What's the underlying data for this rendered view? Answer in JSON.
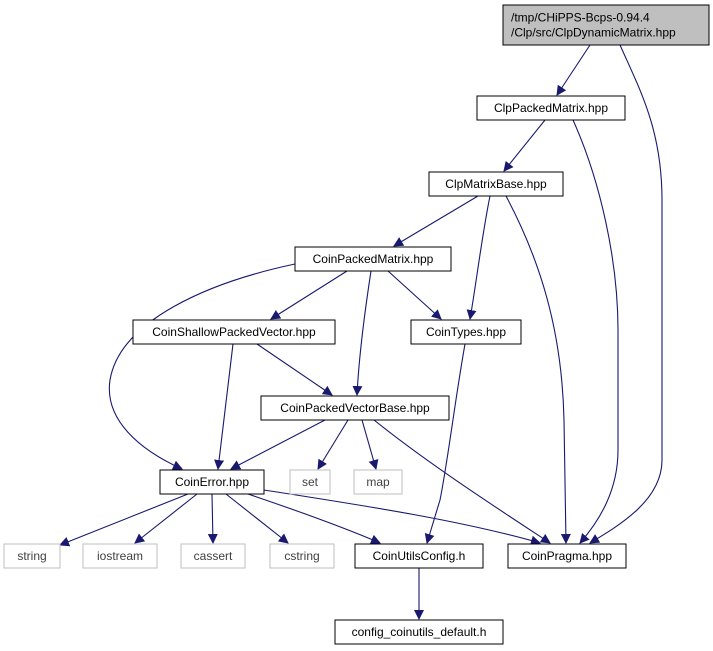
{
  "nodes": [
    {
      "id": "root",
      "lines": [
        "/tmp/CHiPPS-Bcps-0.94.4",
        "/Clp/src/ClpDynamicMatrix.hpp"
      ],
      "style": "root"
    },
    {
      "id": "clppackedmatrix",
      "lines": [
        "ClpPackedMatrix.hpp"
      ],
      "style": "normal"
    },
    {
      "id": "clpmatrixbase",
      "lines": [
        "ClpMatrixBase.hpp"
      ],
      "style": "normal"
    },
    {
      "id": "coinpackedmatrix",
      "lines": [
        "CoinPackedMatrix.hpp"
      ],
      "style": "normal"
    },
    {
      "id": "coinshallowpackedvector",
      "lines": [
        "CoinShallowPackedVector.hpp"
      ],
      "style": "normal"
    },
    {
      "id": "cointypes",
      "lines": [
        "CoinTypes.hpp"
      ],
      "style": "normal"
    },
    {
      "id": "coinpackedvectorbase",
      "lines": [
        "CoinPackedVectorBase.hpp"
      ],
      "style": "normal"
    },
    {
      "id": "coinerror",
      "lines": [
        "CoinError.hpp"
      ],
      "style": "normal"
    },
    {
      "id": "set",
      "lines": [
        "set"
      ],
      "style": "external"
    },
    {
      "id": "map",
      "lines": [
        "map"
      ],
      "style": "external"
    },
    {
      "id": "string",
      "lines": [
        "string"
      ],
      "style": "external"
    },
    {
      "id": "iostream",
      "lines": [
        "iostream"
      ],
      "style": "external"
    },
    {
      "id": "cassert",
      "lines": [
        "cassert"
      ],
      "style": "external"
    },
    {
      "id": "cstring",
      "lines": [
        "cstring"
      ],
      "style": "external"
    },
    {
      "id": "coinutilsconfig",
      "lines": [
        "CoinUtilsConfig.h"
      ],
      "style": "normal"
    },
    {
      "id": "coinpragma",
      "lines": [
        "CoinPragma.hpp"
      ],
      "style": "normal"
    },
    {
      "id": "config_default",
      "lines": [
        "config_coinutils_default.h"
      ],
      "style": "normal"
    }
  ],
  "edges": [
    {
      "from": "root",
      "to": "clppackedmatrix"
    },
    {
      "from": "root",
      "to": "coinpragma"
    },
    {
      "from": "clppackedmatrix",
      "to": "clpmatrixbase"
    },
    {
      "from": "clppackedmatrix",
      "to": "coinpragma"
    },
    {
      "from": "clpmatrixbase",
      "to": "coinpackedmatrix"
    },
    {
      "from": "clpmatrixbase",
      "to": "cointypes"
    },
    {
      "from": "clpmatrixbase",
      "to": "coinpragma"
    },
    {
      "from": "coinpackedmatrix",
      "to": "coinerror"
    },
    {
      "from": "coinpackedmatrix",
      "to": "coinshallowpackedvector"
    },
    {
      "from": "coinpackedmatrix",
      "to": "cointypes"
    },
    {
      "from": "coinpackedmatrix",
      "to": "coinpackedvectorbase"
    },
    {
      "from": "coinshallowpackedvector",
      "to": "coinerror"
    },
    {
      "from": "coinshallowpackedvector",
      "to": "coinpackedvectorbase"
    },
    {
      "from": "cointypes",
      "to": "coinutilsconfig"
    },
    {
      "from": "coinpackedvectorbase",
      "to": "coinerror"
    },
    {
      "from": "coinpackedvectorbase",
      "to": "set"
    },
    {
      "from": "coinpackedvectorbase",
      "to": "map"
    },
    {
      "from": "coinpackedvectorbase",
      "to": "coinpragma"
    },
    {
      "from": "coinerror",
      "to": "string"
    },
    {
      "from": "coinerror",
      "to": "iostream"
    },
    {
      "from": "coinerror",
      "to": "cassert"
    },
    {
      "from": "coinerror",
      "to": "cstring"
    },
    {
      "from": "coinerror",
      "to": "coinutilsconfig"
    },
    {
      "from": "coinerror",
      "to": "coinpragma"
    },
    {
      "from": "coinutilsconfig",
      "to": "config_default"
    }
  ],
  "colors": {
    "edge": "#191970",
    "root_fill": "#bfbfbf",
    "node_border": "#000000",
    "external_border": "#bfbfbf",
    "external_text": "#404040",
    "text": "#000000"
  }
}
